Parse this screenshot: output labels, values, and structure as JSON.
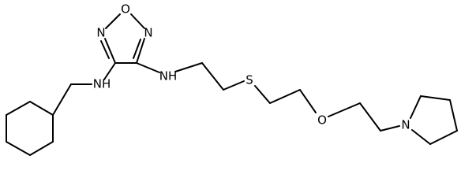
{
  "molecule": {
    "atom_labels": {
      "oxadiazole_o": "O",
      "oxadiazole_n_left": "N",
      "oxadiazole_n_right": "N",
      "nh_cyclohexylmethyl": "NH",
      "nh_ethyl": "NH",
      "thioether_s": "S",
      "ether_o": "O",
      "pyrrolidine_n": "N"
    }
  }
}
